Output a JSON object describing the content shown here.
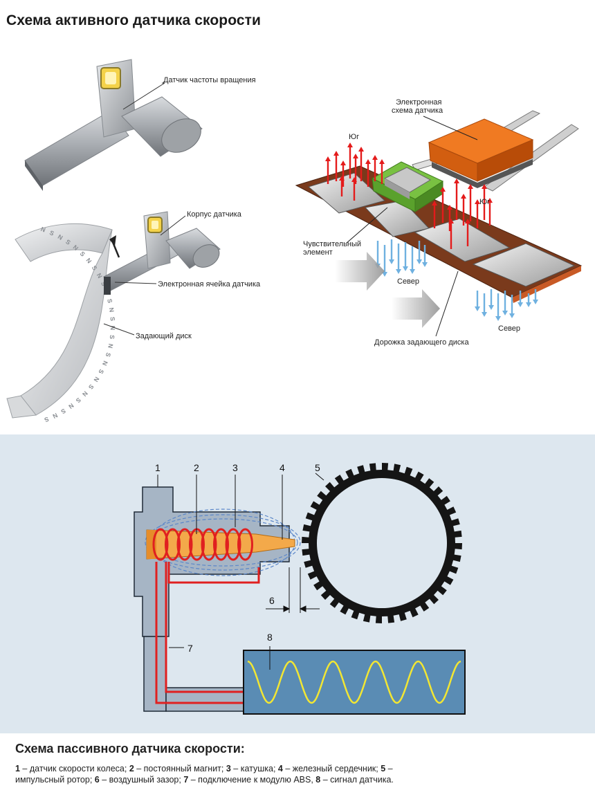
{
  "top": {
    "title": "Схема активного датчика скорости"
  },
  "active_sensor": {
    "label_rotation_sensor": "Датчик частоты вращения",
    "label_housing": "Корпус датчика",
    "label_cell": "Электронная ячейка датчика",
    "label_disk": "Задающий диск",
    "disk_marks": [
      "N",
      "S",
      "N",
      "S",
      "N",
      "S",
      "N",
      "S",
      "N",
      "S",
      "N",
      "S",
      "N",
      "S",
      "N",
      "S",
      "N",
      "S",
      "N",
      "S",
      "N",
      "S",
      "N",
      "S",
      "N",
      "S",
      "N",
      "S"
    ]
  },
  "hall_diagram": {
    "electronics_line1": "Электронная",
    "electronics_line2": "схема датчика",
    "south": "Юг",
    "north": "Север",
    "sensitive_line1": "Чувствительный",
    "sensitive_line2": "элемент",
    "track": "Дорожка задающего диска"
  },
  "passive_diagram": {
    "numbers": [
      "1",
      "2",
      "3",
      "4",
      "5",
      "6",
      "7",
      "8"
    ],
    "colors": {
      "background": "#dde7ef",
      "housing": "#a6b5c5",
      "coil": "#e02020",
      "core": "#f3a94a",
      "signal_box": "#5a8cb4",
      "signal_wave": "#f2e633"
    }
  },
  "caption": {
    "title": "Схема пассивного датчика скорости:",
    "legend": [
      {
        "num": "1",
        "text": " – датчик скорости колеса; "
      },
      {
        "num": "2",
        "text": " – постоянный магнит; "
      },
      {
        "num": "3",
        "text": " – катушка; "
      },
      {
        "num": "4",
        "text": " – железный сердечник; "
      },
      {
        "num": "5",
        "text": " – импульсный ротор; "
      },
      {
        "num": "6",
        "text": " – воздушный зазор; "
      },
      {
        "num": "7",
        "text": " – подключение к модулю ABS, "
      },
      {
        "num": "8",
        "text": " – сигнал датчика."
      }
    ]
  }
}
